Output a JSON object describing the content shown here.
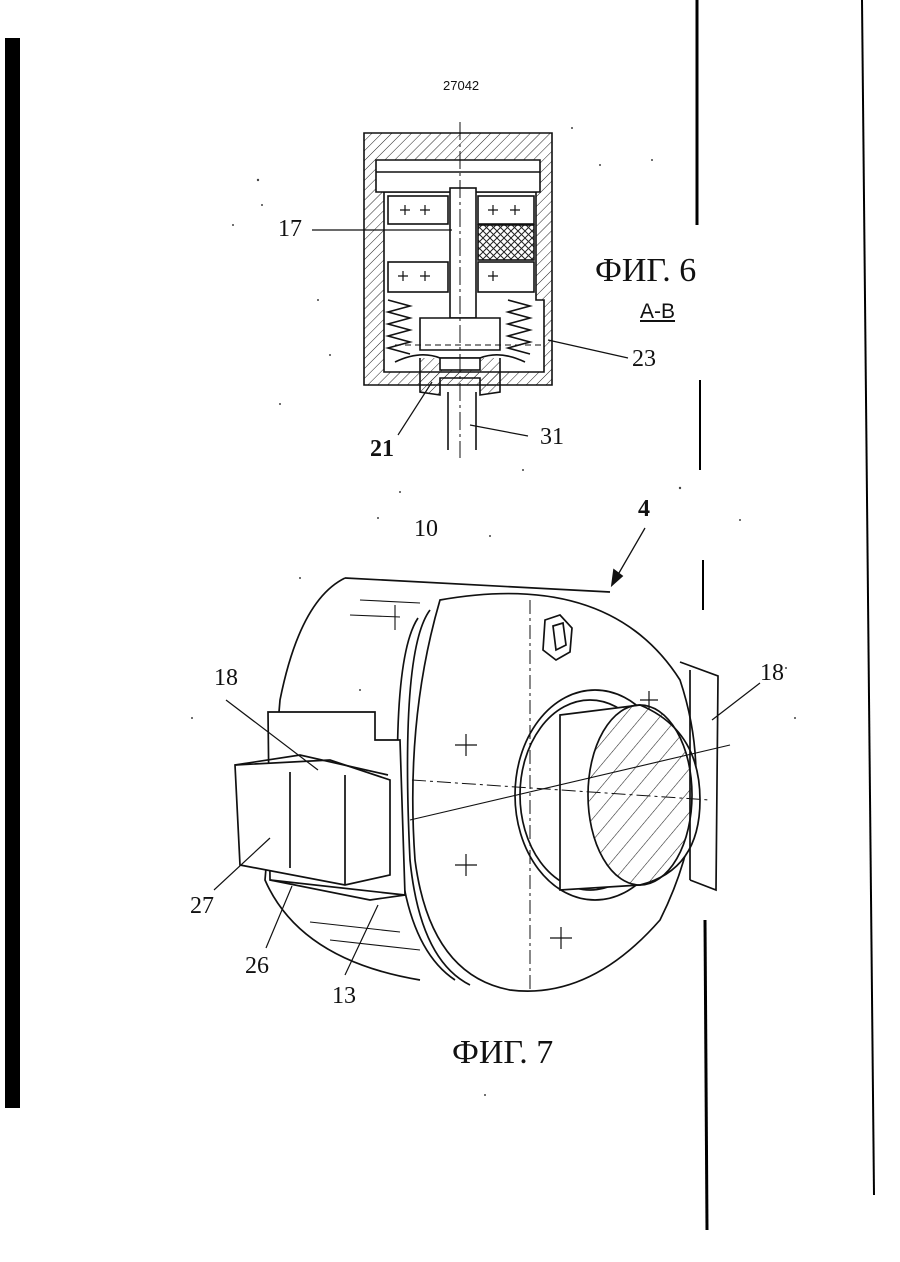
{
  "document": {
    "page_number": "27042",
    "figure_6": {
      "caption": "ФИГ. 6",
      "section": "А-В",
      "refs": [
        "17",
        "23",
        "21",
        "31"
      ]
    },
    "figure_7": {
      "caption": "ФИГ. 7",
      "refs": [
        "10",
        "4",
        "18",
        "18",
        "27",
        "26",
        "13"
      ]
    }
  }
}
